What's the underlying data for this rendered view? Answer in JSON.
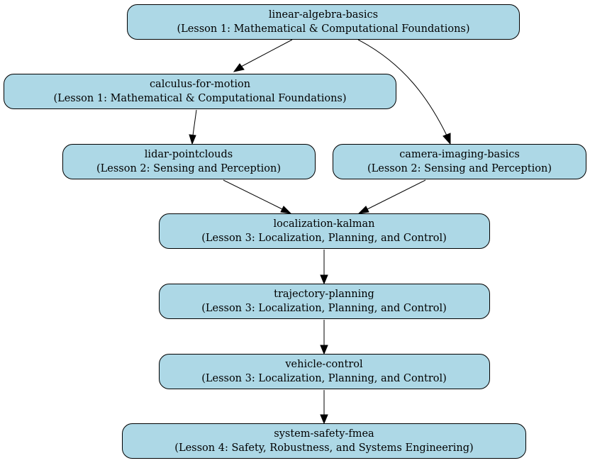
{
  "graph": {
    "node_fill": "#add8e6",
    "node_stroke": "#000000",
    "edge_color": "#000000",
    "nodes": [
      {
        "id": "linear-algebra-basics",
        "label": "linear-algebra-basics",
        "sublabel": "(Lesson 1: Mathematical & Computational Foundations)"
      },
      {
        "id": "calculus-for-motion",
        "label": "calculus-for-motion",
        "sublabel": "(Lesson 1: Mathematical & Computational Foundations)"
      },
      {
        "id": "lidar-pointclouds",
        "label": "lidar-pointclouds",
        "sublabel": "(Lesson 2: Sensing and Perception)"
      },
      {
        "id": "camera-imaging-basics",
        "label": "camera-imaging-basics",
        "sublabel": "(Lesson 2: Sensing and Perception)"
      },
      {
        "id": "localization-kalman",
        "label": "localization-kalman",
        "sublabel": "(Lesson 3: Localization, Planning, and Control)"
      },
      {
        "id": "trajectory-planning",
        "label": "trajectory-planning",
        "sublabel": "(Lesson 3: Localization, Planning, and Control)"
      },
      {
        "id": "vehicle-control",
        "label": "vehicle-control",
        "sublabel": "(Lesson 3: Localization, Planning, and Control)"
      },
      {
        "id": "system-safety-fmea",
        "label": "system-safety-fmea",
        "sublabel": "(Lesson 4: Safety, Robustness, and Systems Engineering)"
      }
    ],
    "edges": [
      {
        "from": "linear-algebra-basics",
        "to": "calculus-for-motion"
      },
      {
        "from": "linear-algebra-basics",
        "to": "camera-imaging-basics"
      },
      {
        "from": "calculus-for-motion",
        "to": "lidar-pointclouds"
      },
      {
        "from": "lidar-pointclouds",
        "to": "localization-kalman"
      },
      {
        "from": "camera-imaging-basics",
        "to": "localization-kalman"
      },
      {
        "from": "localization-kalman",
        "to": "trajectory-planning"
      },
      {
        "from": "trajectory-planning",
        "to": "vehicle-control"
      },
      {
        "from": "vehicle-control",
        "to": "system-safety-fmea"
      }
    ]
  }
}
